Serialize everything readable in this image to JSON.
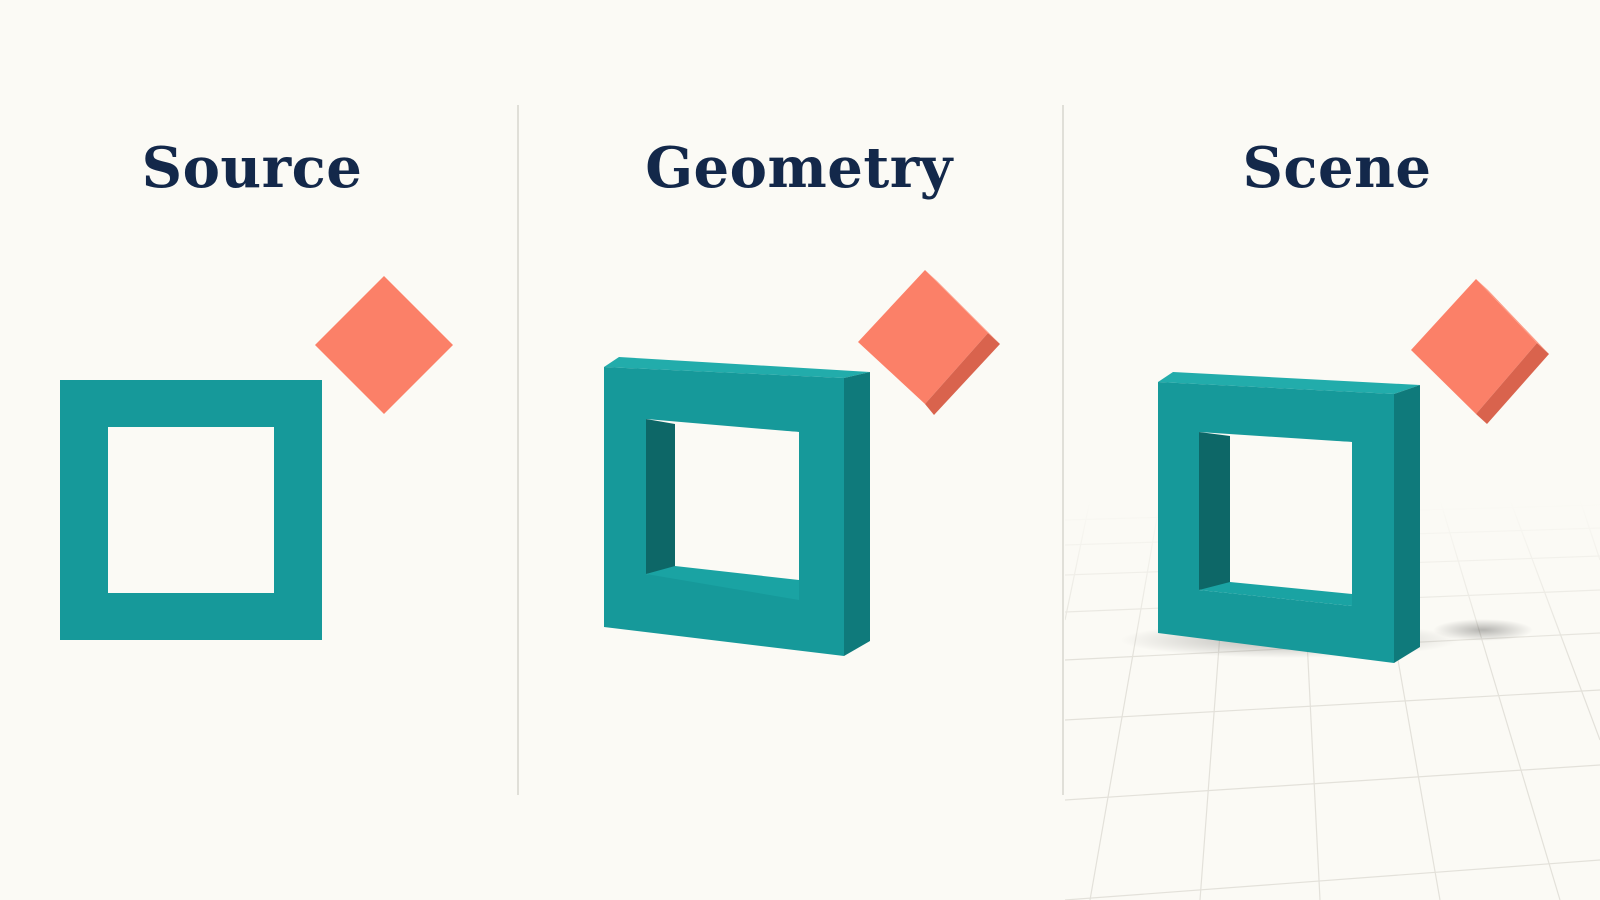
{
  "panels": [
    {
      "title": "Source"
    },
    {
      "title": "Geometry"
    },
    {
      "title": "Scene"
    }
  ],
  "colors": {
    "background": "#fbfaf5",
    "title_text": "#13284a",
    "frame_face": "#16999a",
    "frame_side": "#0f7a7b",
    "frame_inner_shadow": "#0d6767",
    "diamond_face": "#fb8068",
    "diamond_side": "#d9634d",
    "divider": "#d8d6cf",
    "floor_grid": "#e3e1da"
  },
  "icons": {
    "frame": "square-frame-icon",
    "diamond": "diamond-icon"
  }
}
